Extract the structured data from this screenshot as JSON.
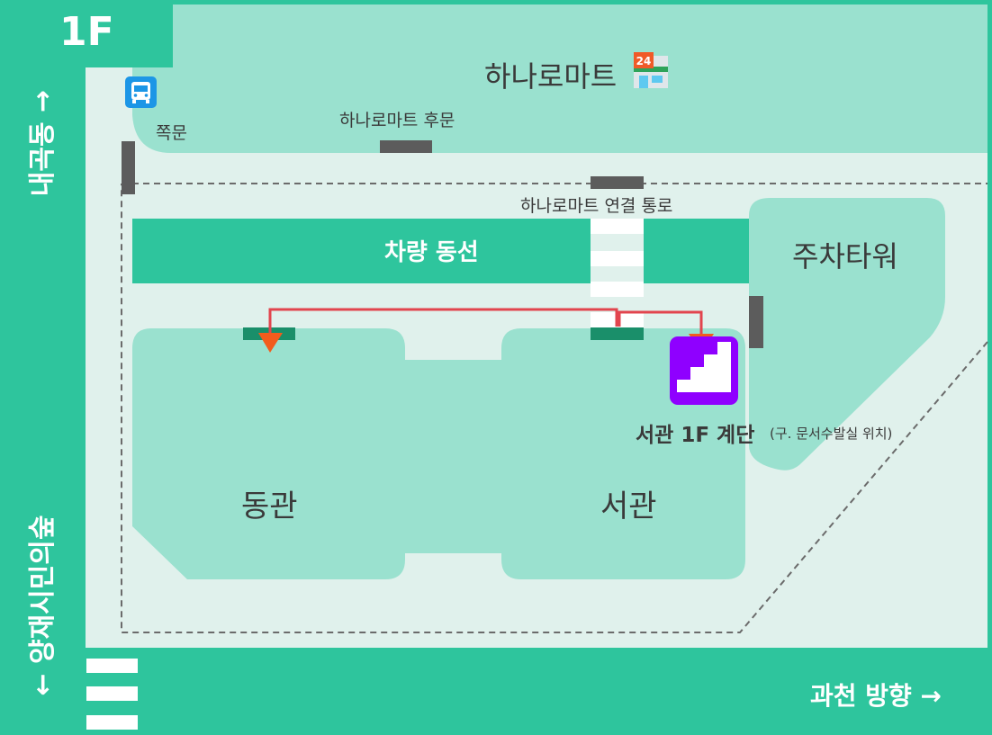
{
  "floor": "1F",
  "labels": {
    "hanaro_mart": "하나로마트",
    "store_badge": "24",
    "side_gate": "쪽문",
    "mart_rear_gate": "하나로마트 후문",
    "mart_connection": "하나로마트  연결 통로",
    "vehicle_route": "차량 동선",
    "parking_tower": "주차타워",
    "east_building": "동관",
    "west_building": "서관",
    "stairs_label": "서관 1F 계단",
    "stairs_note": "(구. 문서수발실 위치)",
    "road_left_top": "내곡동 →",
    "road_left_bottom": "← 양재시민의숲",
    "road_bottom_right": "과천 방향 →"
  },
  "icons": {
    "bus": "bus-stop-icon",
    "store": "convenience-store-icon",
    "stairs": "stairs-icon"
  },
  "colors": {
    "road_green": "#2ec59d",
    "site_bg": "#e0f1ec",
    "building_fill": "#9ae1cf",
    "route_red": "#e2454e",
    "arrow_orange": "#f25c1c",
    "stairs_purple": "#8f00ff",
    "door_gray": "#5c5c5c",
    "door_green": "#1a8f6a"
  }
}
